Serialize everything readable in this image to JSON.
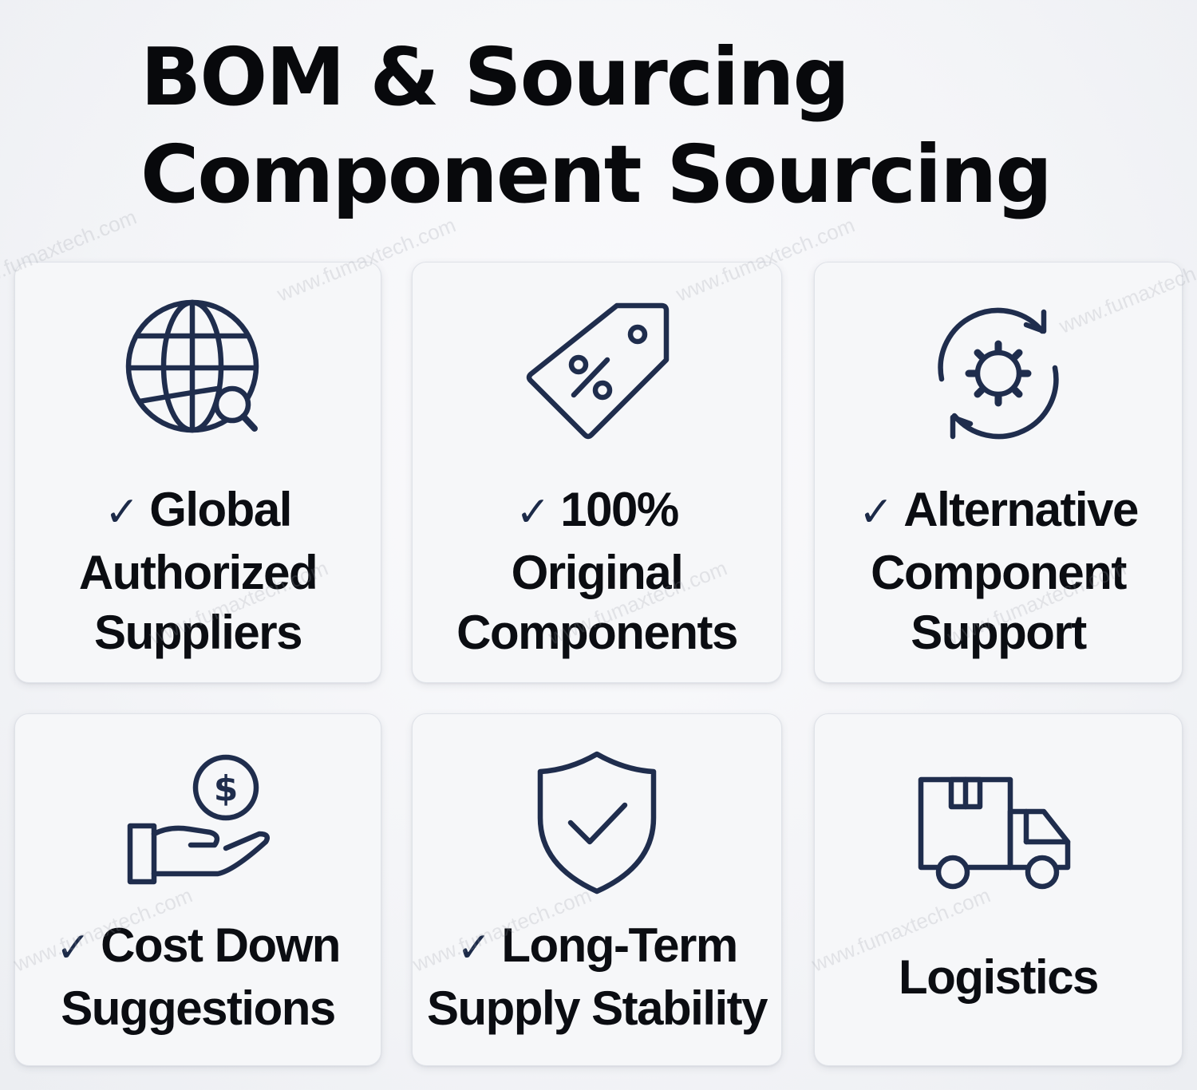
{
  "title": {
    "line1": "BOM & Sourcing",
    "line2": "Component Sourcing"
  },
  "watermark": "www.fumaxtech.com",
  "check_mark": "✓",
  "cards": [
    {
      "icon": "globe-search-icon",
      "lines": [
        "Global",
        "Authorized",
        "Suppliers"
      ],
      "checked": true
    },
    {
      "icon": "price-tag-percent-icon",
      "lines": [
        "100%",
        "Original",
        "Components"
      ],
      "checked": true
    },
    {
      "icon": "refresh-gear-icon",
      "lines": [
        "Alternative",
        "Component",
        "Support"
      ],
      "checked": true
    },
    {
      "icon": "hand-coin-dollar-icon",
      "lines": [
        "Cost Down",
        "Suggestions"
      ],
      "checked": true
    },
    {
      "icon": "shield-check-icon",
      "lines": [
        "Long-Term",
        "Supply Stability"
      ],
      "checked": true
    },
    {
      "icon": "delivery-truck-icon",
      "lines": [
        "Logistics"
      ],
      "checked": false
    }
  ],
  "colors": {
    "icon_stroke": "#1f2d4d",
    "text": "#0b0d12",
    "card_background": "#f6f7f9"
  }
}
